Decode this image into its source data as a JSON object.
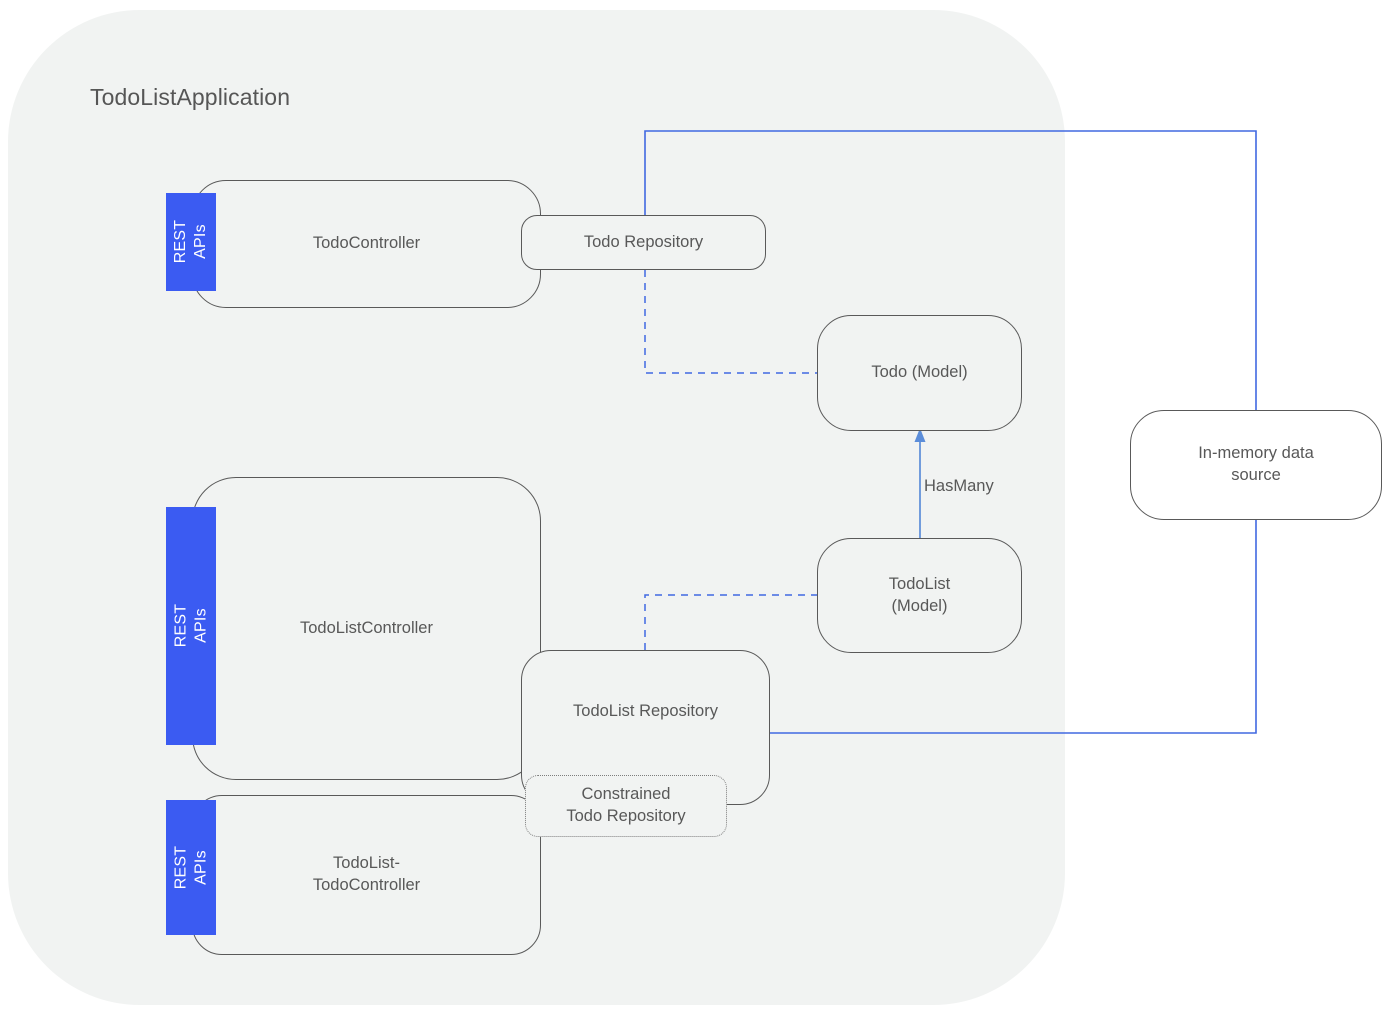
{
  "diagram": {
    "title": "TodoListApplication",
    "colors": {
      "container_bg": "#f1f3f2",
      "node_border": "#595959",
      "node_text": "#585858",
      "rest_badge_bg": "#3b5bf2",
      "rest_badge_text": "#ffffff",
      "connector_solid": "#4169e1",
      "connector_dashed": "#4169e1",
      "connector_hasmany": "#5b8dd9",
      "canvas_bg": "#ffffff"
    }
  },
  "badges": {
    "todo_controller": "REST\nAPIs",
    "todolist_controller": "REST APIs",
    "todolist_todo_controller": "REST APIs"
  },
  "nodes": {
    "todo_controller": "TodoController",
    "todo_repository": "Todo Repository",
    "todo_model": "Todo (Model)",
    "todolist_model": "TodoList\n(Model)",
    "in_memory_data_source": "In-memory data\nsource",
    "todolist_controller": "TodoListController",
    "todolist_repository": "TodoList Repository",
    "constrained_todo_repository": "Constrained\nTodo Repository",
    "todolist_todo_controller": "TodoList-\nTodoController"
  },
  "edges": {
    "has_many": "HasMany"
  }
}
